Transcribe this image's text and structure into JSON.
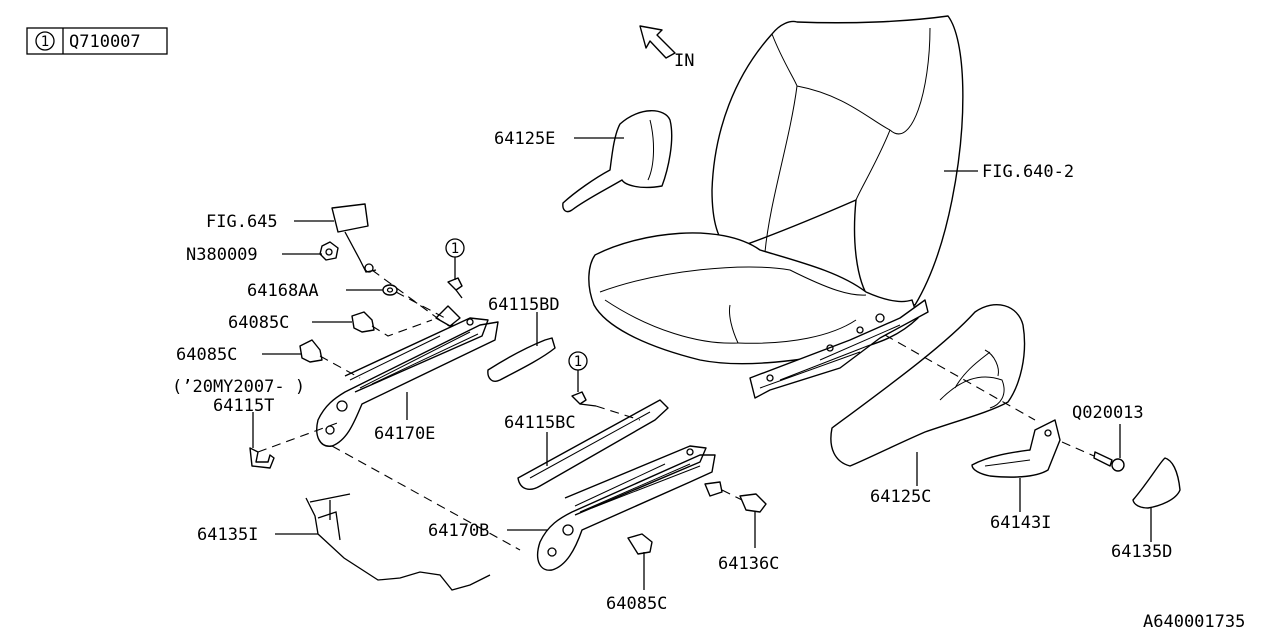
{
  "legend": {
    "ref_number": "1",
    "part_number": "Q710007"
  },
  "direction": {
    "label": "IN"
  },
  "callout_number": "1",
  "labels": {
    "fig_645": "FIG.645",
    "n380009": "N380009",
    "p64168aa": "64168AA",
    "p64085c_a": "64085C",
    "p64085c_b": "64085C",
    "p64085c_c": "64085C",
    "my_note": "(’20MY2007-  )",
    "p64115t": "64115T",
    "p64170e": "64170E",
    "p64115bd": "64115BD",
    "p64125e": "64125E",
    "fig_640_2": "FIG.640-2",
    "p64115bc": "64115BC",
    "p64135i": "64135I",
    "p64170b": "64170B",
    "p64136c": "64136C",
    "p64125c": "64125C",
    "q020013": "Q020013",
    "p64143i": "64143I",
    "p64135d": "64135D"
  },
  "diagram_id": "A640001735"
}
